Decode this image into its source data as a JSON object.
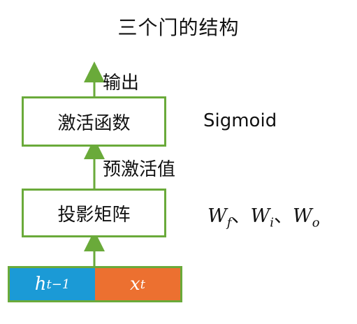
{
  "title": "三个门的结构",
  "output_label": "输出",
  "activation_box": "激活函数",
  "activation_side": "Sigmoid",
  "preactivation_label": "预激活值",
  "projection_box": "投影矩阵",
  "weights": {
    "w": "W",
    "f": "f",
    "sep1": "、",
    "i": "i",
    "sep2": "、",
    "o": "o"
  },
  "inputs": {
    "h": "h",
    "h_sub": "t−1",
    "x": "x",
    "x_sub": "t"
  },
  "colors": {
    "border": "#6aaa3a",
    "arrow": "#6aaa3a",
    "h_fill": "#1b9ad6",
    "x_fill": "#ec7030"
  }
}
